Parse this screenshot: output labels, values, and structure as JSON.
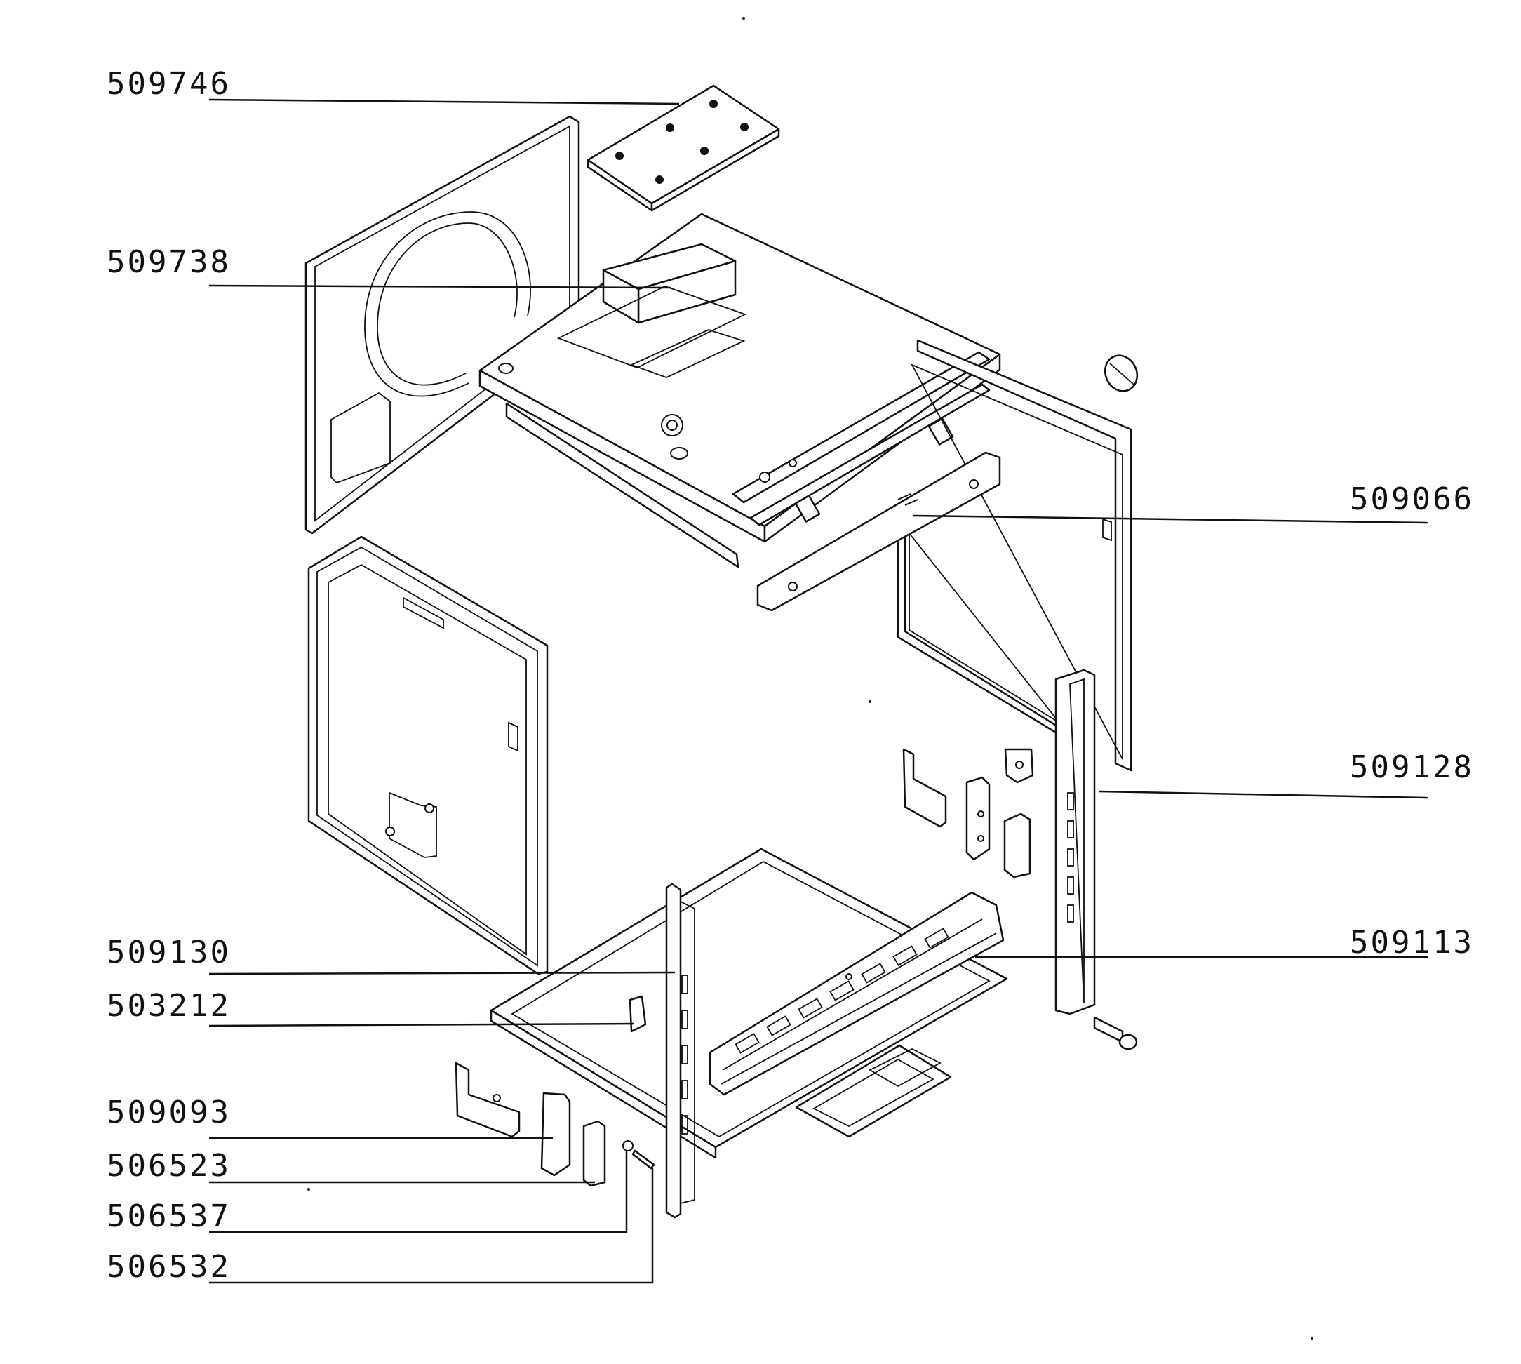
{
  "labels": [
    {
      "key": "top-plate",
      "text": "509746"
    },
    {
      "key": "top-panel",
      "text": "509738"
    },
    {
      "key": "top-rail",
      "text": "509066"
    },
    {
      "key": "right-side-rail",
      "text": "509128"
    },
    {
      "key": "bottom-rail",
      "text": "509113"
    },
    {
      "key": "left-side-rail",
      "text": "509130"
    },
    {
      "key": "small-bracket",
      "text": "503212"
    },
    {
      "key": "hinge-bracket",
      "text": "509093"
    },
    {
      "key": "hinge-block",
      "text": "506523"
    },
    {
      "key": "washer",
      "text": "506537"
    },
    {
      "key": "screw",
      "text": "506532"
    }
  ]
}
